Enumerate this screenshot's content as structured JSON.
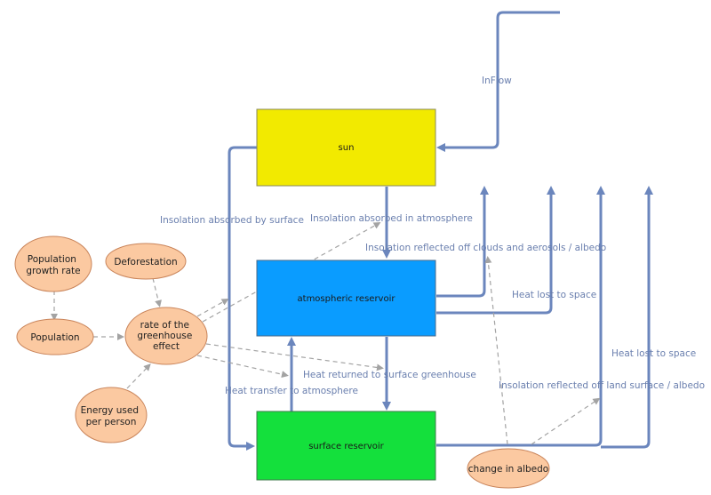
{
  "colors": {
    "flow": "#6b86bd",
    "dashed": "#a3a3a3",
    "sun_fill": "#f2ea00",
    "atmosphere_fill": "#0a9cff",
    "surface_fill": "#14e03c",
    "node_fill": "#fbc9a1",
    "node_stroke": "#c9845a",
    "label_text": "#6a7fae"
  },
  "stocks": {
    "sun": "sun",
    "atmosphere": "atmospheric reservoir",
    "surface": "surface reservoir"
  },
  "variables": {
    "population_growth": [
      "Population",
      "growth rate"
    ],
    "deforestation": "Deforestation",
    "population": "Population",
    "greenhouse": [
      "rate of the",
      "greenhouse",
      "effect"
    ],
    "energy": [
      "Energy used",
      "per person"
    ],
    "albedo_change": "change in albedo"
  },
  "flows": {
    "inflow": "InFlow",
    "insolation_surface": "Insolation absorbed by surface",
    "insolation_atmosphere": "Insolation absorbed in atmosphere",
    "reflected_clouds": "Insolation reflected off clouds and aerosols / albedo",
    "heat_lost_1": "Heat lost to space",
    "heat_returned": "Heat returned to surface greenhouse",
    "heat_transfer": "Heat transfer to atmosphere",
    "reflected_land": "Insolation reflected off land surface / albedo",
    "heat_lost_2": "Heat lost to space"
  }
}
